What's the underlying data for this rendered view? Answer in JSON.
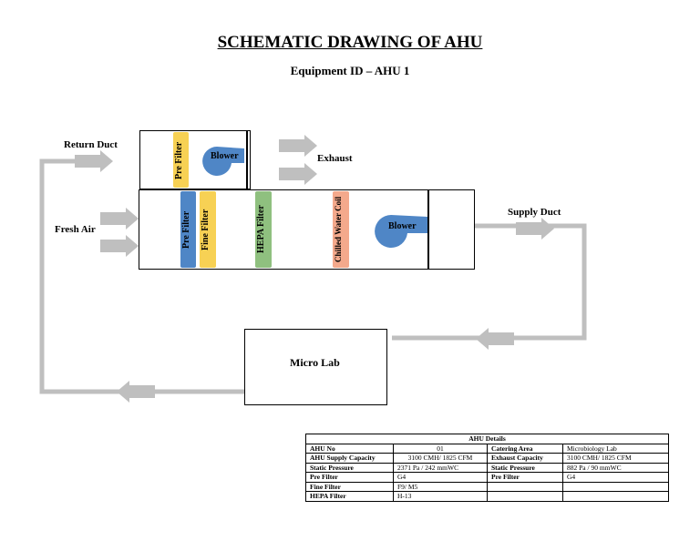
{
  "title": "SCHEMATIC DRAWING OF AHU",
  "subtitle": "Equipment ID – AHU 1",
  "labels": {
    "return_duct": "Return Duct",
    "exhaust": "Exhaust",
    "fresh_air": "Fresh Air",
    "supply_duct": "Supply Duct",
    "micro_lab": "Micro Lab"
  },
  "upper_unit": {
    "pre_filter": "Pre Filter",
    "blower": "Blower"
  },
  "lower_unit": {
    "pre_filter": "Pre Filter",
    "fine_filter": "Fine Filter",
    "hepa_filter": "HEPA Filter",
    "chilled_water_coil": "Chilled Water Coil",
    "blower": "Blower"
  },
  "colors": {
    "pre_filter_yellow": "#f7d154",
    "pre_filter_blue": "#4f86c6",
    "fine_filter": "#f7d154",
    "hepa_filter": "#8fc07f",
    "chilled_water_coil": "#f4a98c",
    "blower": "#4f86c6",
    "duct": "#bfbfbf"
  },
  "table": {
    "caption": "AHU Details",
    "rows": [
      {
        "k1": "AHU No",
        "v1": "01",
        "k2": "Catering Area",
        "v2": "Microbiology Lab"
      },
      {
        "k1": "AHU Supply Capacity",
        "v1": "3100 CMH/ 1825 CFM",
        "k2": "Exhaust Capacity",
        "v2": "3100 CMH/ 1825 CFM"
      },
      {
        "k1": "Static Pressure",
        "v1": "2371 Pa / 242 mmWC",
        "k2": "Static Pressure",
        "v2": "882 Pa / 90 mmWC"
      },
      {
        "k1": "Pre Filter",
        "v1": "G4",
        "k2": "Pre Filter",
        "v2": "G4"
      },
      {
        "k1": "Fine Filter",
        "v1": "F9/ M5",
        "k2": "",
        "v2": ""
      },
      {
        "k1": "HEPA Filter",
        "v1": "H-13",
        "k2": "",
        "v2": ""
      }
    ]
  }
}
